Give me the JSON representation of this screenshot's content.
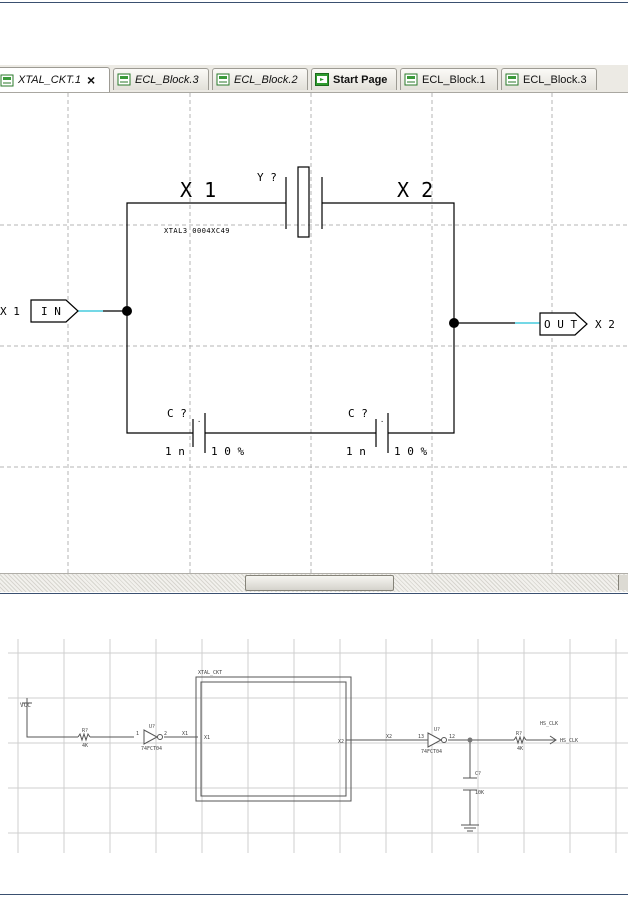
{
  "tabs": [
    {
      "label": "XTAL_CKT.1",
      "active": true,
      "italic": true,
      "closable": true,
      "close_glyph": "×",
      "icon": "schematic-icon"
    },
    {
      "label": "ECL_Block.3",
      "italic": true,
      "icon": "schematic-icon"
    },
    {
      "label": "ECL_Block.2",
      "italic": true,
      "icon": "schematic-icon"
    },
    {
      "label": "Start Page",
      "italic": false,
      "icon": "start-page-icon"
    },
    {
      "label": "ECL_Block.1",
      "italic": false,
      "icon": "schematic-icon"
    },
    {
      "label": "ECL_Block.3",
      "italic": false,
      "icon": "schematic-icon"
    }
  ],
  "top_schematic": {
    "net_x1": "X 1",
    "net_x2": "X 2",
    "crystal_ref": "Y ?",
    "crystal_value": "XTAL3 0004XC49",
    "input_port": {
      "label": "I N",
      "net": "X 1"
    },
    "output_port": {
      "label": "O U T",
      "net": "X 2"
    },
    "cap_left": {
      "ref": "C ?",
      "value": "1 n",
      "tolerance": "1 0 %"
    },
    "cap_right": {
      "ref": "C ?",
      "value": "1 n",
      "tolerance": "1 0 %"
    },
    "colors": {
      "wire": "#000000",
      "port_link": "#22c0d8",
      "grid": "#b4b4b4"
    }
  },
  "bottom_schematic": {
    "power": "VCC",
    "resistor_left": {
      "ref": "R?",
      "value": "4K"
    },
    "inverter_left": {
      "ref": "U?",
      "part": "74FCT04",
      "pin_in": "1",
      "pin_out": "2"
    },
    "block_label": "XTAL_CKT",
    "block_pin_left": "X1",
    "block_pin_right": "X2",
    "net_left": "X1",
    "net_right": "X2",
    "inverter_right": {
      "ref": "U?",
      "part": "74FCT04",
      "pin_in": "13",
      "pin_out": "12"
    },
    "cap": {
      "ref": "C?",
      "value": "10K"
    },
    "resistor_right": {
      "ref": "R?",
      "value": "4K"
    },
    "output_net": "HS_CLK",
    "output_port": "HS_CLK"
  }
}
